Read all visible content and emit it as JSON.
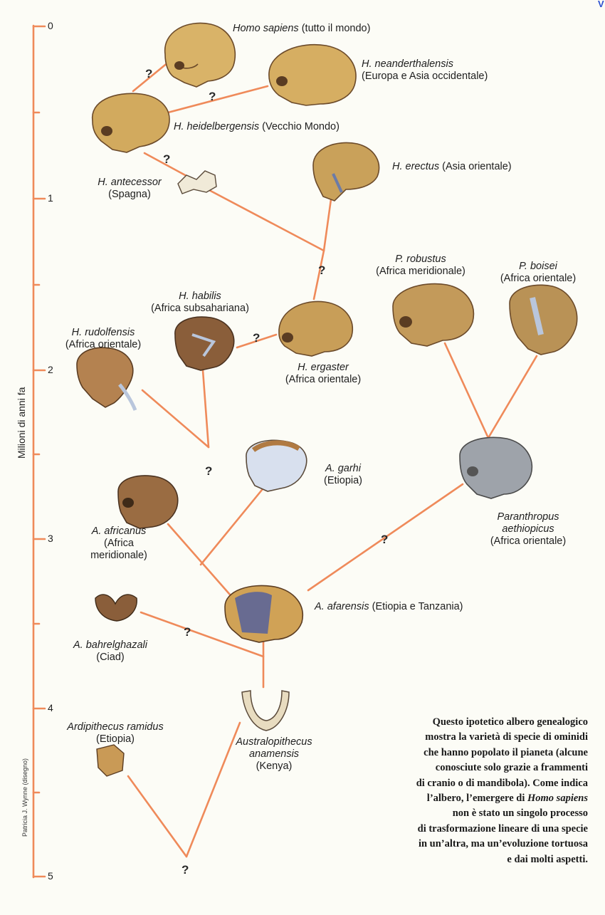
{
  "axis": {
    "title": "Milioni di anni fa",
    "ticks": [
      "0",
      "1",
      "2",
      "3",
      "4",
      "5"
    ]
  },
  "credit": "Patricia J. Wynne (disegno)",
  "question_mark": "?",
  "species": {
    "h_sapiens": {
      "name": "Homo sapiens",
      "region": "(tutto il mondo)"
    },
    "h_neanderthalensis": {
      "name": "H. neanderthalensis",
      "region": "(Europa e Asia occidentale)"
    },
    "h_heidelbergensis": {
      "name": "H. heidelbergensis",
      "region": "(Vecchio Mondo)"
    },
    "h_antecessor": {
      "name": "H. antecessor",
      "region": "(Spagna)"
    },
    "h_erectus": {
      "name": "H. erectus",
      "region": "(Asia orientale)"
    },
    "p_robustus": {
      "name": "P. robustus",
      "region": "(Africa meridionale)"
    },
    "p_boisei": {
      "name": "P. boisei",
      "region": "(Africa orientale)"
    },
    "h_habilis": {
      "name": "H. habilis",
      "region": "(Africa subsahariana)"
    },
    "h_rudolfensis": {
      "name": "H. rudolfensis",
      "region": "(Africa orientale)"
    },
    "h_ergaster": {
      "name": "H. ergaster",
      "region": "(Africa orientale)"
    },
    "a_garhi": {
      "name": "A. garhi",
      "region": "(Etiopia)"
    },
    "a_africanus": {
      "name": "A. africanus",
      "region_1": "(Africa",
      "region_2": "meridionale)"
    },
    "p_aethiopicus": {
      "name_1": "Paranthropus",
      "name_2": "aethiopicus",
      "region": "(Africa orientale)"
    },
    "a_afarensis": {
      "name": "A. afarensis",
      "region": "(Etiopia e Tanzania)"
    },
    "a_bahrelghazali": {
      "name": "A. bahrelghazali",
      "region": "(Ciad)"
    },
    "a_anamensis": {
      "name_1": "Australopithecus",
      "name_2": "anamensis",
      "region": "(Kenya)"
    },
    "ardipithecus": {
      "name": "Ardipithecus ramidus",
      "region": "(Etiopia)"
    }
  },
  "caption": {
    "line_1": "Questo ipotetico albero genealogico",
    "line_2": "mostra la varietà di specie di ominidi",
    "line_3": "che hanno popolato il pianeta (alcune",
    "line_4": "conosciute solo grazie a frammenti",
    "line_5": "di cranio o di mandibola). Come indica",
    "line_6": "l’albero, l’emergere di",
    "line_6_em": "Homo sapiens",
    "line_7": "non è stato un singolo processo",
    "line_8": "di trasformazione lineare di una specie",
    "line_9": "in un’altra, ma un’evoluzione tortuosa",
    "line_10": "e dai molti aspetti."
  },
  "colors": {
    "line": "#ef8a5a",
    "skull_light": "#d8b46a",
    "skull_dark": "#6b4a2a",
    "skull_grey": "#9ea3aa",
    "restoration": "#b9c6dc"
  }
}
